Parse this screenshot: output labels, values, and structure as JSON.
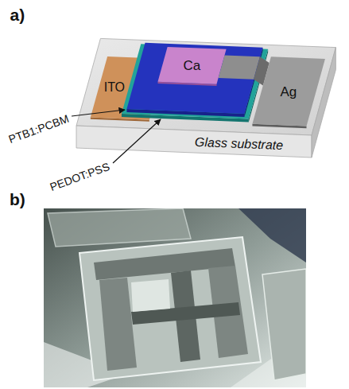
{
  "diagram": {
    "labels": [
      "a)",
      "Ca",
      "ITO",
      "Ag",
      "PTB1:PCBM",
      "PEDOT:PSS",
      "Glass substrate",
      "b)"
    ]
  }
}
